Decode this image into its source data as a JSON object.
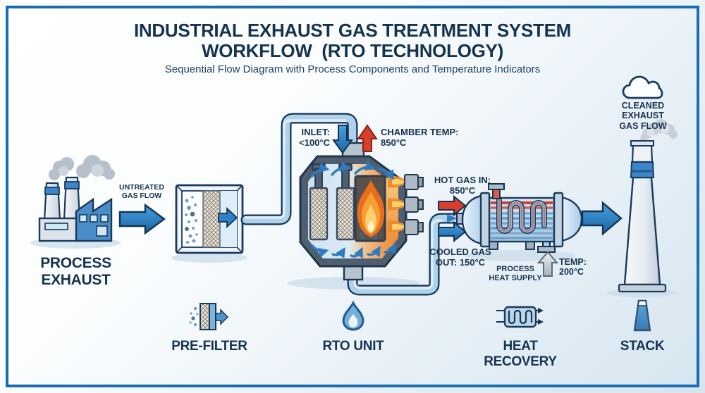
{
  "header": {
    "title_line1": "INDUSTRIAL EXHAUST GAS TREATMENT SYSTEM",
    "title_line2": "WORKFLOW  (RTO TECHNOLOGY)",
    "subtitle": "Sequential Flow Diagram with Process Components and Temperature Indicators"
  },
  "stages": {
    "process_exhaust": {
      "line1": "PROCESS",
      "line2": "EXHAUST"
    }
  },
  "flow_annotations": {
    "untreated_gas": {
      "line1": "UNTREATED",
      "line2": "GAS FLOW"
    },
    "inlet": {
      "line1": "INLET:",
      "line2": "<100°C"
    },
    "chamber_temp": {
      "line1": "CHAMBER TEMP:",
      "line2": "850°C"
    },
    "hot_gas_in": {
      "line1": "HOT GAS IN:",
      "line2": "850°C"
    },
    "cooled_gas_out": {
      "line1": "COOLED GAS",
      "line2": "OUT: 150°C"
    },
    "process_heat_supply": {
      "line1": "PROCESS",
      "line2": "HEAT SUPPLY"
    },
    "heat_supply_temp": {
      "line1": "TEMP:",
      "line2": "200°C"
    },
    "cleaned_exhaust": {
      "line1": "CLEANED EXHAUST",
      "line2": "GAS FLOW"
    }
  },
  "legend": {
    "pre_filter": "PRE-FILTER",
    "rto_unit": "RTO UNIT",
    "heat_recovery": "HEAT RECOVERY",
    "stack": "STACK"
  },
  "icons": {
    "factory": "factory-icon",
    "filter": "filter-box-icon",
    "rto": "rto-chamber-icon",
    "flame": "flame-icon",
    "heat_exchanger": "heat-exchanger-icon",
    "stack": "stack-chimney-icon",
    "cloud": "cloud-icon"
  },
  "colors": {
    "navy_text": "#16334f",
    "frame_border": "#1b6db3",
    "arrow_blue": "#2f80c3",
    "arrow_red": "#d63f2c",
    "arrow_gray": "#b9c3cc",
    "pipe_fill": "#aed2ec",
    "shell_slate": "#4e5f72",
    "flame_orange": "#ee7a1f",
    "flame_yellow": "#fccf70",
    "building_blue": "#3c85c6",
    "background_tint": "#d6e5f0"
  }
}
